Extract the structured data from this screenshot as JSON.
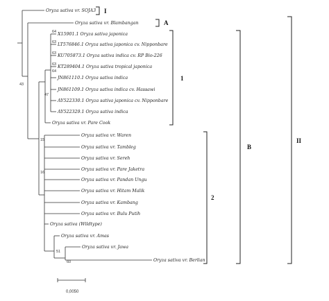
{
  "taxa": [
    "Oryza sativa vr. SOJA3",
    "Oryza sativa vr. Blambangan",
    "X15901.1 Oryza sativa japonica",
    "LT576846.1 Oryza sativa japonica cv. Nipponbare",
    "KU705873.1 Oryza sativa indica cv. RP Bio-226",
    "KT289404.1 Oryza sativa tropical japonica",
    "JN861110.1 Oryza sativa indica",
    "JN861109.1 Oryza sativa indica cv. Hassawi",
    "AY522330.1 Oryza sativa japonica cv. Nipponbare",
    "AY522329.1 Oryza sativa indica",
    "Oryza sativa vr. Pare Cook",
    "Oryza sativa vr. Waren",
    "Oryza sativa vr. Tambleg",
    "Oryza sativa vr. Sereh",
    "Oryza sativa vr. Pare Jaketra",
    "Oryza sativa vr. Pandan Ungu",
    "Oryza sativa vr. Hitam Malik",
    "Oryza sativa vr. Kambang",
    "Oryza sativa vr. Bulu Putih",
    "Oryza sativa (Wildtype)",
    "Oryza sativa vr. Amas",
    "Oryza sativa vr. Jawa",
    "Oryza sativa vr. Berlian"
  ],
  "bootstrap": [
    "64",
    "63",
    "63",
    "63",
    "64",
    "43",
    "47",
    "15",
    "16",
    "51",
    "60"
  ],
  "groups": {
    "I": "I",
    "A": "A",
    "one": "1",
    "two": "2",
    "B": "B",
    "II": "II"
  },
  "scale_bar": "0,0050"
}
